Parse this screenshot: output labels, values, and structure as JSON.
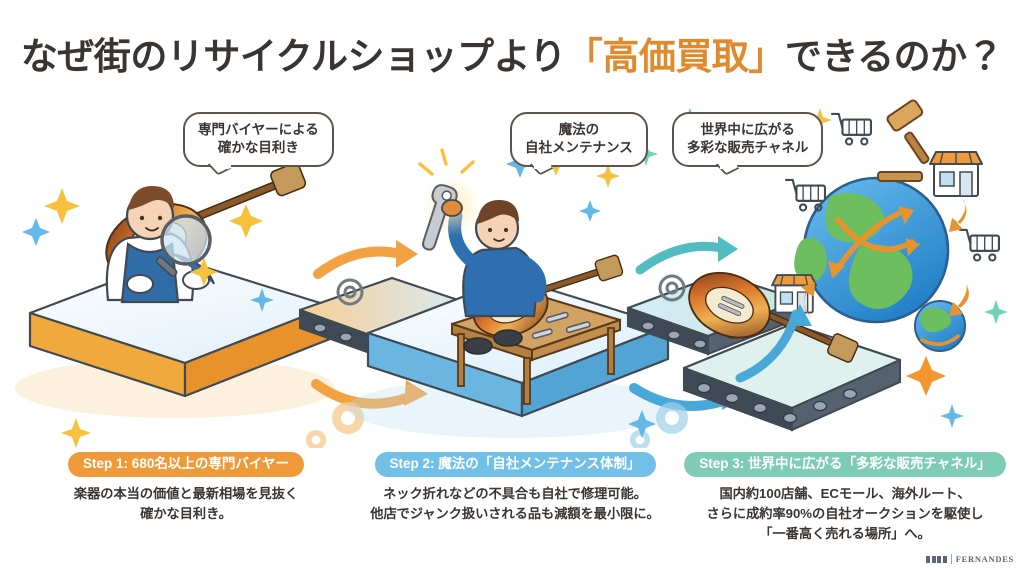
{
  "title": {
    "part1": "なぜ街のリサイクルショップより",
    "accent": "「高価買取」",
    "part2": "できるのか？",
    "accent_color": "#e08a2e",
    "text_color": "#3a3432"
  },
  "bubbles": [
    {
      "line1": "専門バイヤーによる",
      "line2": "確かな目利き"
    },
    {
      "line1": "魔法の",
      "line2": "自社メンテナンス"
    },
    {
      "line1": "世界中に広がる",
      "line2": "多彩な販売チャネル"
    }
  ],
  "steps": [
    {
      "pill": "Step 1: 680名以上の専門バイヤー",
      "pill_color": "#ee9a3a",
      "body_lines": [
        "楽器の本当の価値と最新相場を見抜く",
        "確かな目利き。"
      ]
    },
    {
      "pill": "Step 2: 魔法の「自社メンテナンス体制」",
      "pill_color": "#72bfe8",
      "body_lines": [
        "ネック折れなどの不具合も自社で修理可能。",
        "他店でジャンク扱いされる品も減額を最小限に。"
      ]
    },
    {
      "pill": "Step 3: 世界中に広がる「多彩な販売チャネル」",
      "pill_color": "#7fccb4",
      "body_lines": [
        "国内約100店舗、ECモール、海外ルート、",
        "さらに成約率90%の自社オークションを駆使し",
        "「一番高く売れる場所」へ。"
      ]
    }
  ],
  "scenes": [
    {
      "name": "inspection",
      "platform_color": "#f0a93c",
      "platform_top": "#eef6fc",
      "character": "inspector-with-magnifier",
      "item": "sunburst-electric-guitar"
    },
    {
      "name": "maintenance",
      "platform_color": "#6ab6e0",
      "platform_top": "#eaf5fc",
      "character": "technician-with-wrench",
      "item": "guitar-on-workbench"
    },
    {
      "name": "sales-channels",
      "platform_color": "#8fd0c0",
      "platform_top": "#e6f5f0",
      "character": "globe-with-arrows",
      "item": "guitar-on-conveyor"
    }
  ],
  "icons": {
    "shop": "storefront-icon",
    "cart": "shopping-cart-icon",
    "gavel": "auction-gavel-icon",
    "globe": "globe-icon",
    "gear": "gear-icon",
    "sparkle": "sparkle-icon",
    "arrow": "curved-arrow-icon",
    "magnifier": "magnifying-glass-icon",
    "wrench": "wrench-icon"
  },
  "footer": {
    "brand": "FERNANDES",
    "mark": "burny-blocks"
  },
  "background_color": "#ffffff"
}
